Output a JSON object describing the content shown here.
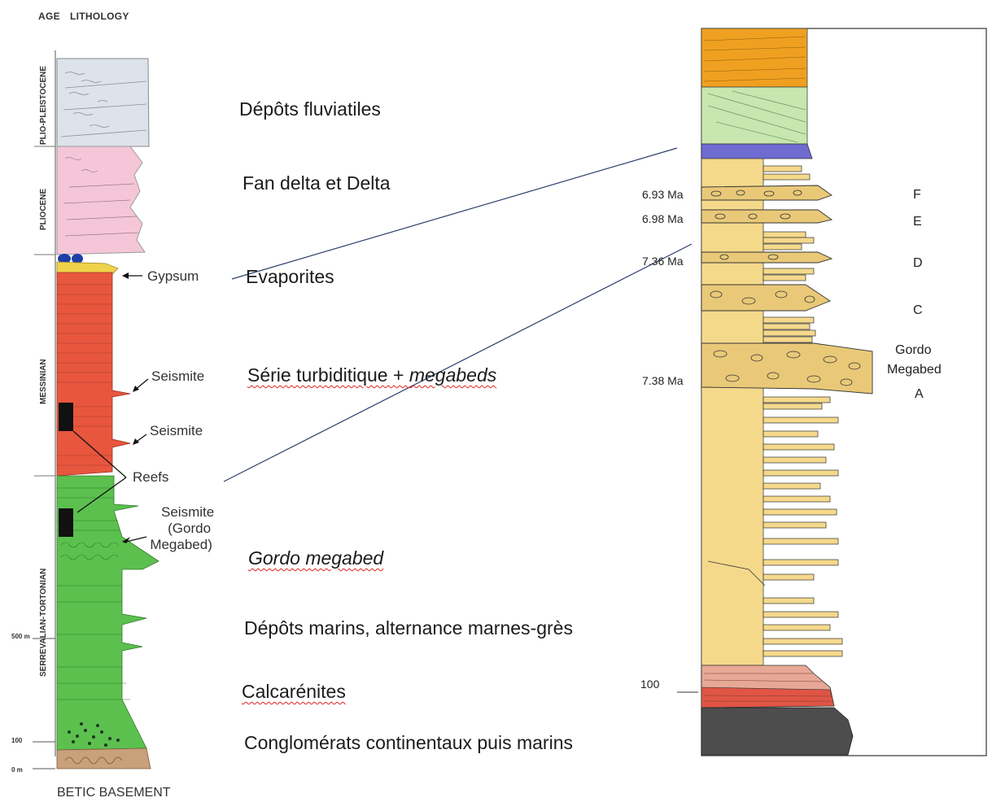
{
  "left_column": {
    "header_age": "AGE",
    "header_lithology": "LITHOLOGY",
    "ages": {
      "plio_pleistocene": "PLIO-PLEISTOCENE",
      "pliocene": "PLIOCENE",
      "messinian": "MESSINIAN",
      "serrevalian_tortonian": "SERREVALIAN-TORTONIAN"
    },
    "scale": {
      "m500": "500 m",
      "m100": "100",
      "m0": "0 m"
    },
    "annotations": {
      "gypsum": "Gypsum",
      "seismite1": "Seismite",
      "seismite2": "Seismite",
      "reefs": "Reefs",
      "seismite3_l1": "Seismite",
      "seismite3_l2": "(Gordo",
      "seismite3_l3": "Megabed)"
    },
    "basement": "BETIC BASEMENT"
  },
  "descriptions": {
    "fluviatiles": "Dépôts fluviatiles",
    "fan_delta": "Fan delta et Delta",
    "evaporites": "Evaporites",
    "turbiditique": "Série turbiditique + ",
    "turbiditique_italic": "megabeds",
    "gordo": "Gordo megabed",
    "marins": "Dépôts marins, alternance marnes-grès",
    "calcarenites": "Calcarénites",
    "conglomerats": "Conglomérats continentaux  puis marins"
  },
  "right_column": {
    "ages": {
      "a693": "6.93 Ma",
      "a698": "6.98 Ma",
      "a736": "7.36 Ma",
      "a738": "7.38 Ma",
      "m100": "100"
    },
    "beds": {
      "F": "F",
      "E": "E",
      "D": "D",
      "C": "C",
      "gordo1": "Gordo",
      "gordo2": "Megabed",
      "A": "A"
    }
  },
  "colors": {
    "grey": "#dde3ea",
    "pink": "#f4c6d8",
    "red": "#e8563e",
    "green": "#5cc04f",
    "yellow": "#f5d98b",
    "orange": "#f0a020",
    "lightgreen": "#c7e6b0",
    "purple": "#6e6bd1",
    "basement": "#c8a07a",
    "darkgrey": "#4d4d4d"
  }
}
